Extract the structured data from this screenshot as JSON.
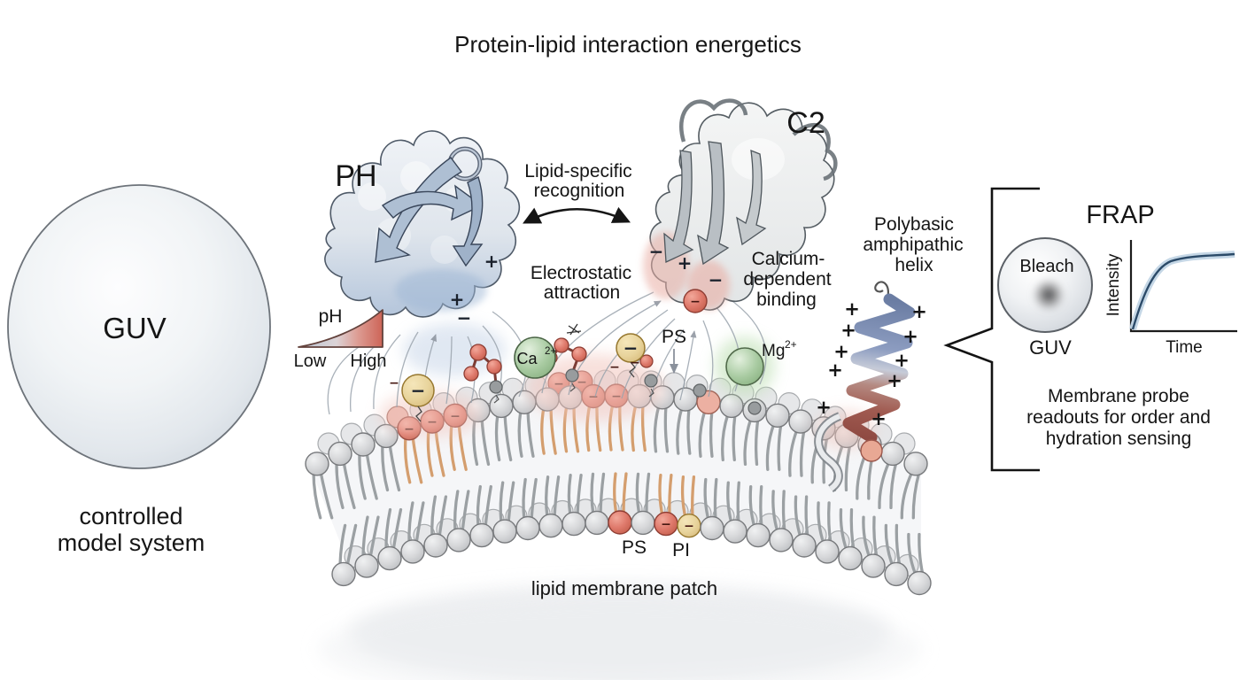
{
  "title": "Protein-lipid interaction energetics",
  "symbols": {
    "plus": "+",
    "minus": "−"
  },
  "left_panel": {
    "guv_label": "GUV",
    "caption_line1": "controlled",
    "caption_line2": "model system"
  },
  "ph_domain": {
    "label": "PH"
  },
  "c2_domain": {
    "label": "C2"
  },
  "labels": {
    "lipid_specific_line1": "Lipid-specific",
    "lipid_specific_line2": "recognition",
    "electrostatic_line1": "Electrostatic",
    "electrostatic_line2": "attraction",
    "calcium_line1": "Calcium-",
    "calcium_line2": "dependent",
    "calcium_line3": "binding",
    "polybasic_line1": "Polybasic",
    "polybasic_line2": "amphipathic",
    "polybasic_line3": "helix",
    "ps_top": "PS",
    "ps_bottom": "PS",
    "pi_bottom": "PI",
    "membrane_caption": "lipid membrane patch"
  },
  "ph_scale": {
    "label": "pH",
    "low": "Low",
    "high": "High"
  },
  "ions": {
    "ca_base": "Ca",
    "ca_sup": "2+",
    "mg_base": "Mg",
    "mg_sup": "2+"
  },
  "frap": {
    "title": "FRAP",
    "bleach_label": "Bleach",
    "guv_label": "GUV",
    "ylabel": "Intensity",
    "xlabel": "Time",
    "caption_line1": "Membrane probe",
    "caption_line2": "readouts for order and",
    "caption_line3": "hydration sensing",
    "curve": {
      "type": "line",
      "x_norm": [
        0,
        0.1,
        0.25,
        0.45,
        0.7,
        1.0
      ],
      "y_norm": [
        0,
        0.45,
        0.75,
        0.9,
        0.96,
        1.0
      ]
    }
  },
  "colors": {
    "ps_red": "#df7a6c",
    "pi_yellow": "#e8d49c",
    "ion_green": "#a9cba2",
    "helix_blue": "#8c9cc0",
    "helix_red": "#a05a50",
    "curve_navy": "#2b4a68",
    "curve_band": "#c2d5e5"
  }
}
